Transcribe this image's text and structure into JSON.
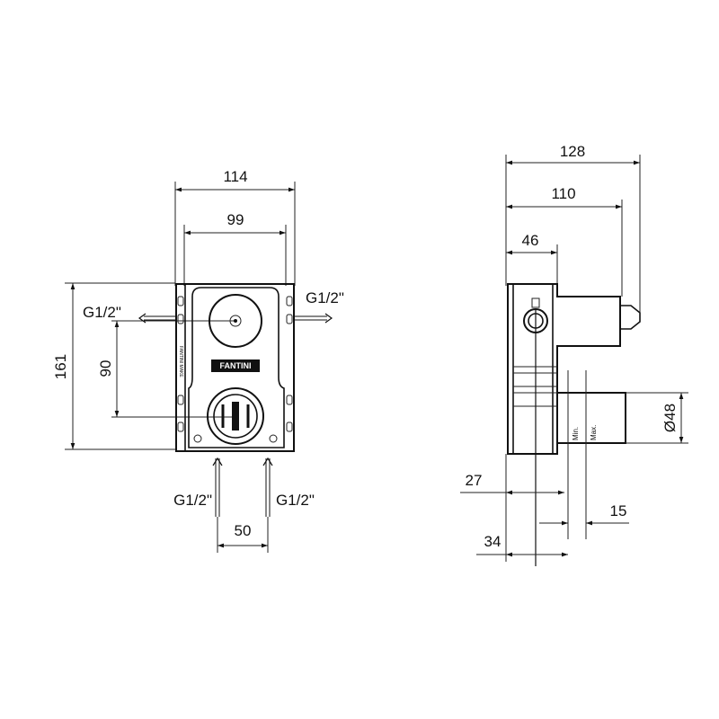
{
  "front_view": {
    "width_overall": "114",
    "width_inner": "99",
    "height_overall": "161",
    "height_between_centers": "90",
    "spacing_bottom_inlets": "50",
    "outlet_left": "G1/2\"",
    "outlet_right": "G1/2\"",
    "inlet_left": "G1/2\"",
    "inlet_right": "G1/2\"",
    "brand_logo": "FANTINI",
    "side_imprint": "FANTINI MAKE"
  },
  "side_view": {
    "depth_overall": "128",
    "depth_stem": "110",
    "depth_body": "46",
    "diameter_cover": "Ø48",
    "offset_27": "27",
    "offset_34": "34",
    "range_15": "15",
    "label_min": "Min.",
    "label_max": "Max."
  }
}
